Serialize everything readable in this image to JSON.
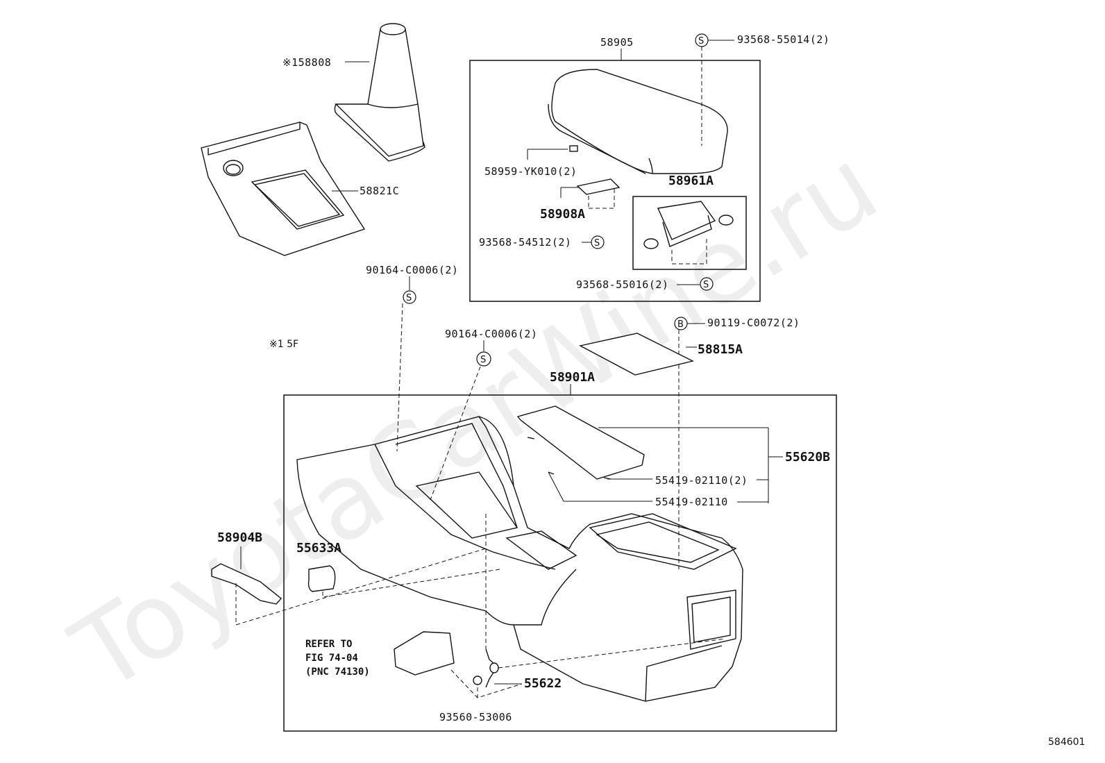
{
  "diagram_id": "584601",
  "watermark": "ToyotaCarWine.ru",
  "note_marker": "※1 5F",
  "labels": {
    "p58808": "※158808",
    "p58821C": "58821C",
    "p58905": "58905",
    "p93568_55014": "93568-55014(2)",
    "p58959": "58959-YK010(2)",
    "p58961A": "58961A",
    "p58908A": "58908A",
    "p93568_54512": "93568-54512(2)",
    "p93568_55016": "93568-55016(2)",
    "p90164_a": "90164-C0006(2)",
    "p90164_b": "90164-C0006(2)",
    "p90119": "90119-C0072(2)",
    "p58815A": "58815A",
    "p58901A": "58901A",
    "p55620B": "55620B",
    "p55419_a": "55419-02110(2)",
    "p55419_b": "55419-02110",
    "p58904B": "58904B",
    "p55633A": "55633A",
    "p55622": "55622",
    "p93560": "93560-53006"
  },
  "refer_note": [
    "REFER TO",
    "FIG 74-04",
    "(PNC 74130)"
  ],
  "circle_symbols": {
    "s": "S",
    "b": "B"
  }
}
